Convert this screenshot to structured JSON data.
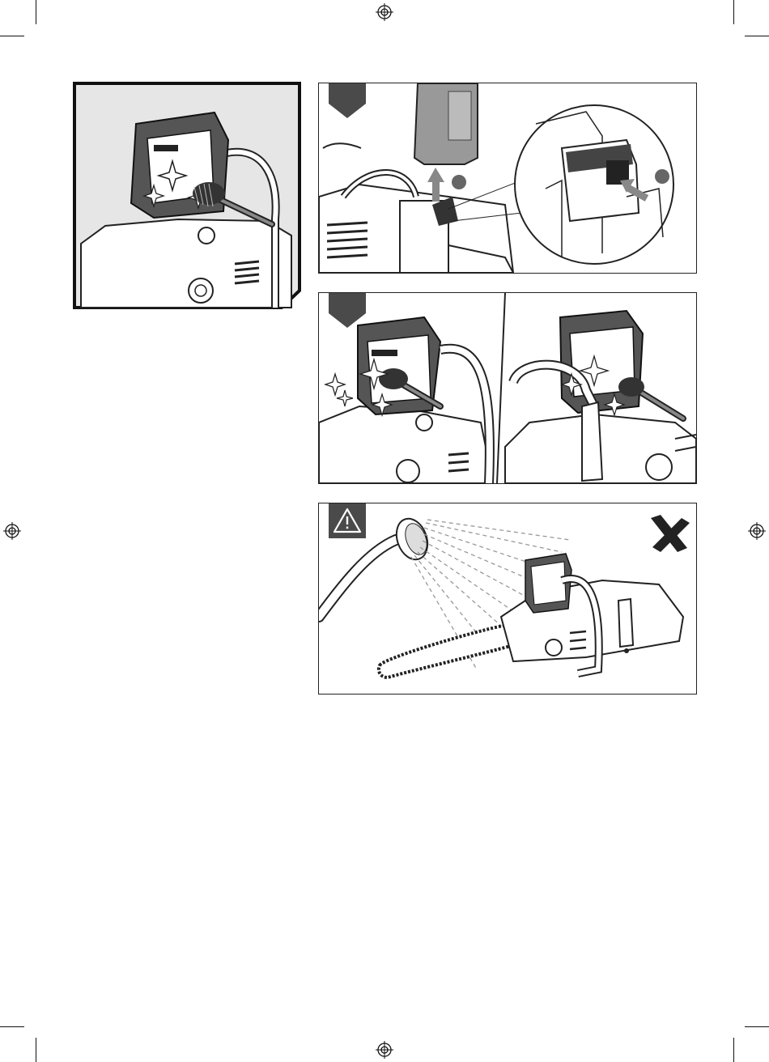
{
  "page": {
    "background": "#ffffff",
    "ink": "#1f1f1f",
    "badge_color": "#4a4a4a",
    "inset_background": "#e6e6e6"
  },
  "figures": [
    {
      "id": "inset-cleaning-detail",
      "icons": [
        "brush-icon",
        "sparkle-icon",
        "chainsaw-icon"
      ]
    },
    {
      "id": "step-remove-battery",
      "icons": [
        "battery-icon",
        "arrow-up-icon",
        "arrow-icon",
        "magnifier-circle-icon",
        "step-marker-icon"
      ]
    },
    {
      "id": "step-clean-with-brush",
      "icons": [
        "brush-icon",
        "sparkle-icon",
        "chainsaw-icon"
      ]
    },
    {
      "id": "warning-no-water-spray",
      "icons": [
        "warning-triangle-icon",
        "hose-spray-icon",
        "chainsaw-icon",
        "prohibited-cross-icon"
      ]
    }
  ],
  "registration_marks": [
    "registration-mark-icon"
  ]
}
